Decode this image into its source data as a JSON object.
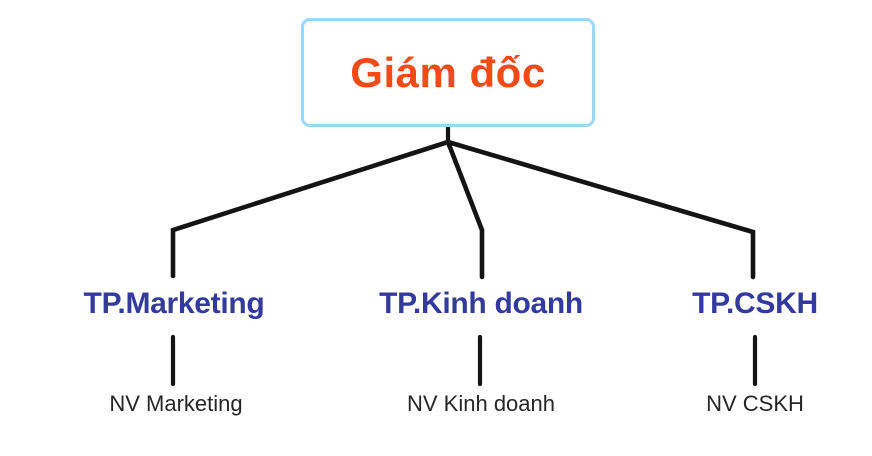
{
  "diagram": {
    "root": {
      "label": "Giám đốc"
    },
    "managers": [
      {
        "label": "TP.Marketing",
        "staff_label": "NV Marketing"
      },
      {
        "label": "TP.Kinh doanh",
        "staff_label": "NV Kinh doanh"
      },
      {
        "label": "TP.CSKH",
        "staff_label": "NV CSKH"
      }
    ],
    "colors": {
      "root_text": "#f44a15",
      "root_box_border": "#97d9f7",
      "manager_text": "#333a9d",
      "staff_text": "#262626",
      "line": "#141414",
      "background": "#ffffff"
    }
  }
}
